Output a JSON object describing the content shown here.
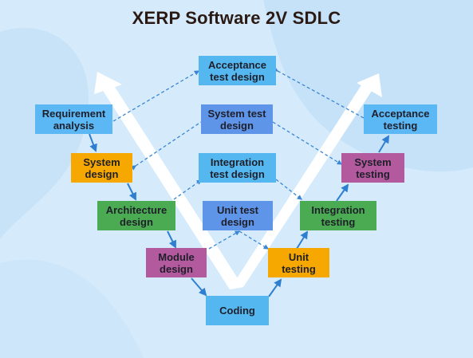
{
  "title": "XERP Software 2V SDLC",
  "colors": {
    "background": "#d5ebfb",
    "blue_box": "#5bb8f5",
    "orange_box": "#f6a800",
    "green_box": "#4bab52",
    "purple_box": "#b35a9e",
    "center_box": "#54b7f0",
    "arrow_white": "#ffffff",
    "link_blue": "#2f7fd0"
  },
  "left_column": {
    "requirement_analysis": "Requirement\nanalysis",
    "system_design": "System\ndesign",
    "architecture_design": "Architecture\ndesign",
    "module_design": "Module\ndesign"
  },
  "center_column": {
    "acceptance_test_design": "Acceptance\ntest design",
    "system_test_design": "System test\ndesign",
    "integration_test_design": "Integration\ntest design",
    "unit_test_design": "Unit test\ndesign",
    "coding": "Coding"
  },
  "right_column": {
    "acceptance_testing": "Acceptance\ntesting",
    "system_testing": "System\ntesting",
    "integration_testing": "Integration\ntesting",
    "unit_testing": "Unit\ntesting"
  }
}
